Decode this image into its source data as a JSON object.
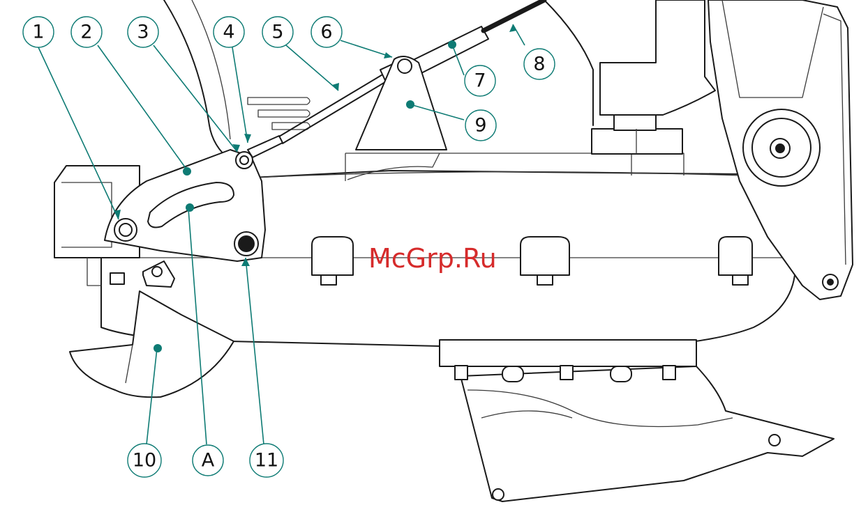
{
  "diagram": {
    "watermark": "McGrp.Ru",
    "callouts": [
      {
        "id": "c1",
        "label": "1"
      },
      {
        "id": "c2",
        "label": "2"
      },
      {
        "id": "c3",
        "label": "3"
      },
      {
        "id": "c4",
        "label": "4"
      },
      {
        "id": "c5",
        "label": "5"
      },
      {
        "id": "c6",
        "label": "6"
      },
      {
        "id": "c7",
        "label": "7"
      },
      {
        "id": "c8",
        "label": "8"
      },
      {
        "id": "c9",
        "label": "9"
      },
      {
        "id": "c10",
        "label": "10"
      },
      {
        "id": "cA",
        "label": "A"
      },
      {
        "id": "c11",
        "label": "11"
      }
    ]
  },
  "colors": {
    "callout": "#0e7b74",
    "watermark": "#d62b2b",
    "line": "#1a1a1a"
  }
}
